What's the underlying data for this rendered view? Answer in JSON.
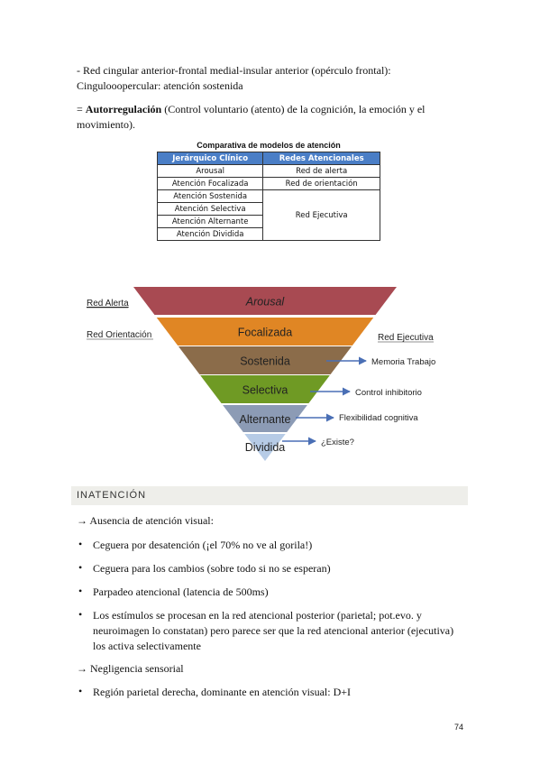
{
  "intro": {
    "line1": "- Red cingular anterior-frontal medial-insular anterior (opérculo frontal):",
    "line2": "Cingulooopercular: atención sostenida",
    "para_prefix": "= ",
    "para_bold": "Autorregulación",
    "para_rest": " (Control voluntario (atento) de la cognición, la emoción y el movimiento)."
  },
  "table": {
    "title": "Comparativa de modelos de atención",
    "headers": [
      "Jerárquico Clínico",
      "Redes Atencionales"
    ],
    "rows": [
      [
        "Arousal",
        "Red de alerta"
      ],
      [
        "Atención Focalizada",
        "Red de orientación"
      ],
      [
        "Atención Sostenida",
        "Red Ejecutiva"
      ],
      [
        "Atención Selectiva",
        ""
      ],
      [
        "Atención Alternante",
        ""
      ],
      [
        "Atención Dividida",
        ""
      ]
    ],
    "header_color": "#4a7ec6"
  },
  "pyramid": {
    "levels": [
      {
        "label": "Arousal",
        "color": "#a84a52"
      },
      {
        "label": "Focalizada",
        "color": "#e08624"
      },
      {
        "label": "Sostenida",
        "color": "#8b6c4a"
      },
      {
        "label": "Selectiva",
        "color": "#6f9a24"
      },
      {
        "label": "Alternante",
        "color": "#8c9bb5"
      },
      {
        "label": "Dividida",
        "color": "#b6cbe6"
      }
    ],
    "left_labels": [
      "Red Alerta",
      "Red Orientación"
    ],
    "right_label": "Red Ejecutiva",
    "arrows": [
      "Memoria Trabajo",
      "Control inhibitorio",
      "Flexibilidad cognitiva",
      "¿Existe?"
    ],
    "arrow_color": "#4a6fb5"
  },
  "section": {
    "title": "INATENCIÓN"
  },
  "content": {
    "arrow1": "→ Ausencia de atención visual:",
    "bullet_char": "•",
    "bullets": [
      "Ceguera por desatención (¡el 70% no ve al gorila!)",
      "Ceguera para los cambios (sobre todo si no se esperan)",
      "Parpadeo atencional (latencia de 500ms)",
      "Los estímulos se procesan en la red atencional posterior (parietal; pot.evo. y neuroimagen lo constatan) pero parece ser que la red atencional anterior (ejecutiva) los activa selectivamente"
    ],
    "arrow2": "→ Negligencia sensorial",
    "bullet_last": "Región parietal derecha, dominante en atención visual: D+I"
  },
  "page_number": "74"
}
